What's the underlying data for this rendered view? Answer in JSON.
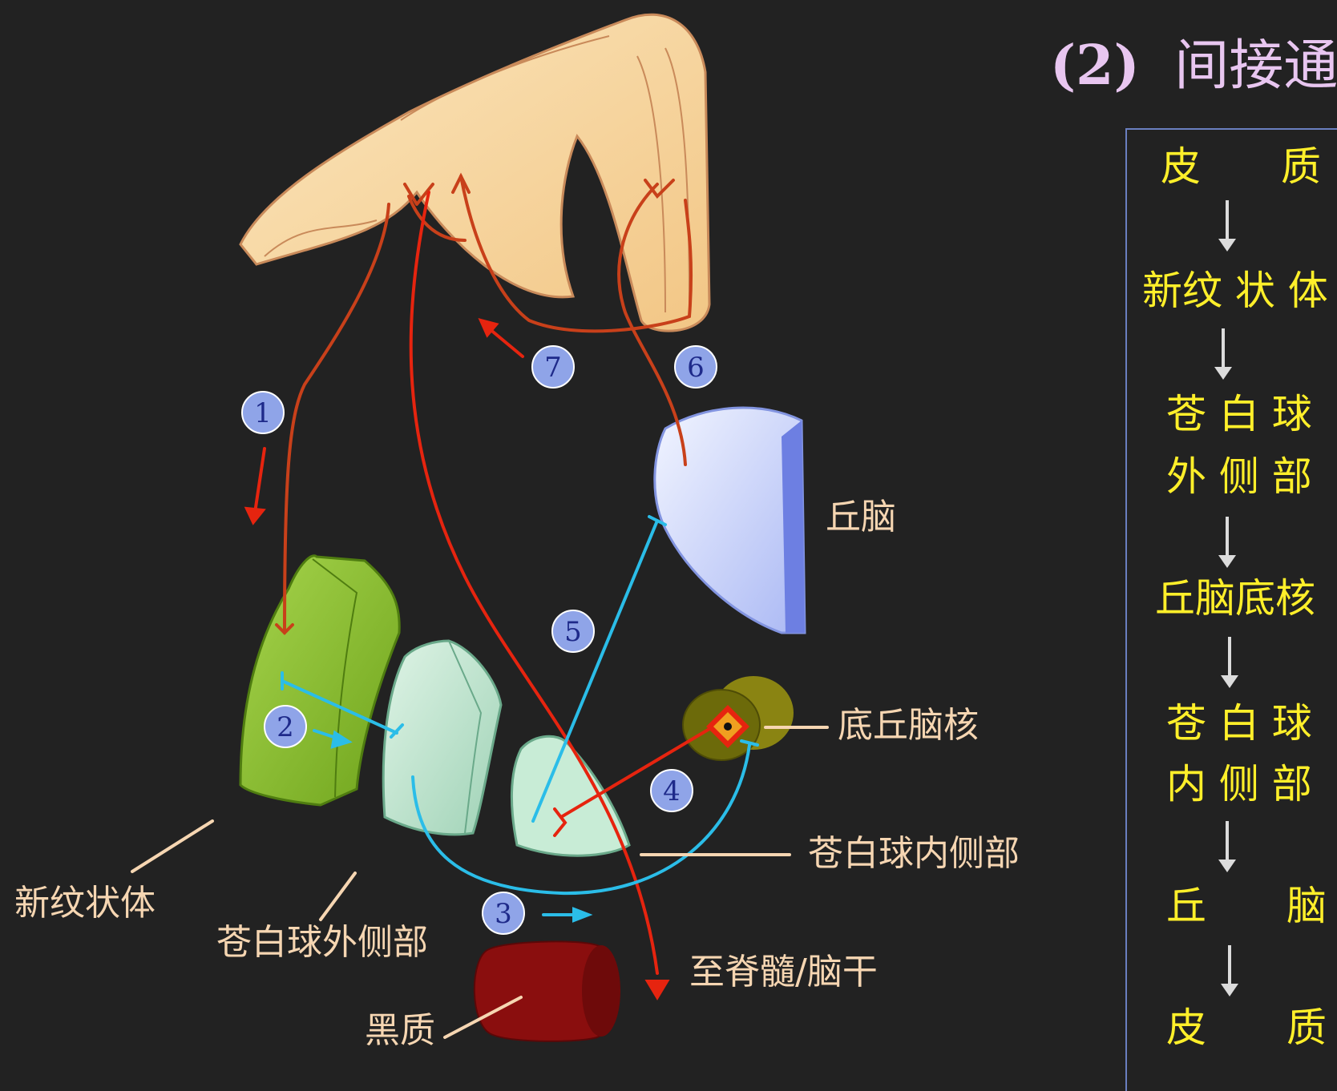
{
  "title": {
    "number": "(2)",
    "text": "间接通"
  },
  "flow": {
    "steps": [
      {
        "id": "cortex-top",
        "line1": "皮　　质",
        "line2": ""
      },
      {
        "id": "neostriatum",
        "line1": "新纹 状 体",
        "line2": ""
      },
      {
        "id": "gp-external",
        "line1": "苍 白 球",
        "line2": "外 侧 部"
      },
      {
        "id": "stn",
        "line1": "丘脑底核",
        "line2": ""
      },
      {
        "id": "gp-internal",
        "line1": "苍 白 球",
        "line2": "内 侧 部"
      },
      {
        "id": "thalamus",
        "line1": "丘　　脑",
        "line2": ""
      },
      {
        "id": "cortex-bottom",
        "line1": "皮　　质",
        "line2": ""
      }
    ]
  },
  "labels": {
    "thalamus": "丘脑",
    "stn": "底丘脑核",
    "gp_internal": "苍白球内侧部",
    "spinal": "至脊髓/脑干",
    "neostriatum": "新纹状体",
    "gp_external": "苍白球外侧部",
    "substantia_nigra": "黑质"
  },
  "markers": [
    "1",
    "2",
    "3",
    "4",
    "5",
    "6",
    "7"
  ],
  "colors": {
    "background": "#222222",
    "cortex": "#f7d9a4",
    "neostriatum": "#92c733",
    "gp_external": "#bfe6cf",
    "gp_internal": "#c8ecd6",
    "thalamus": "#dfe6ff",
    "stn": "#6c6a0a",
    "substantia_nigra": "#8a0e0e",
    "excitatory": "#e6240f",
    "cortical_fiber": "#c8401a",
    "inhibitory": "#2bbde8",
    "marker_fill": "#8fa4e8",
    "marker_text": "#1e2a8a",
    "label_text": "#f6d6b2",
    "flow_text": "#ffef2a",
    "title_text": "#e8c6f0"
  }
}
